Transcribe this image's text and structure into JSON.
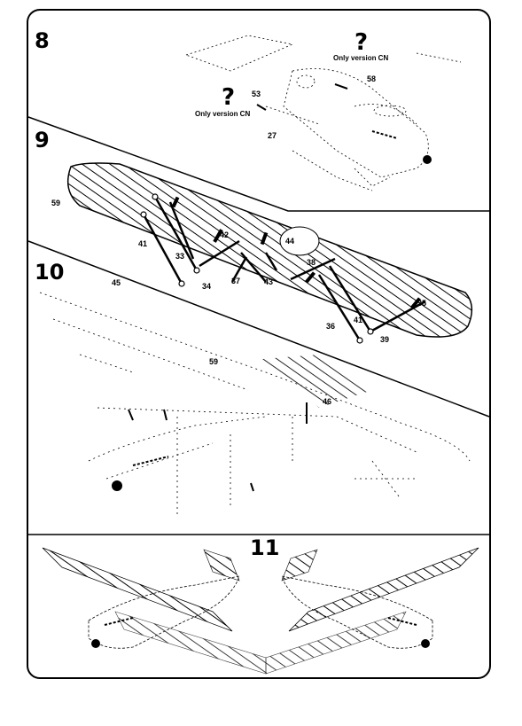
{
  "steps": [
    {
      "number": "8"
    },
    {
      "number": "9"
    },
    {
      "number": "10"
    },
    {
      "number": "11"
    }
  ],
  "step8": {
    "question_mark": "?",
    "note_label": "Only version CN",
    "parts": [
      "53",
      "27",
      "58"
    ]
  },
  "step9": {
    "parts": [
      "59",
      "41",
      "33",
      "34",
      "42",
      "44",
      "37",
      "43",
      "38",
      "41",
      "35",
      "36",
      "39"
    ]
  },
  "step10": {
    "parts": [
      "45",
      "59",
      "46"
    ]
  },
  "colors": {
    "ink": "#000000",
    "paper": "#ffffff"
  }
}
